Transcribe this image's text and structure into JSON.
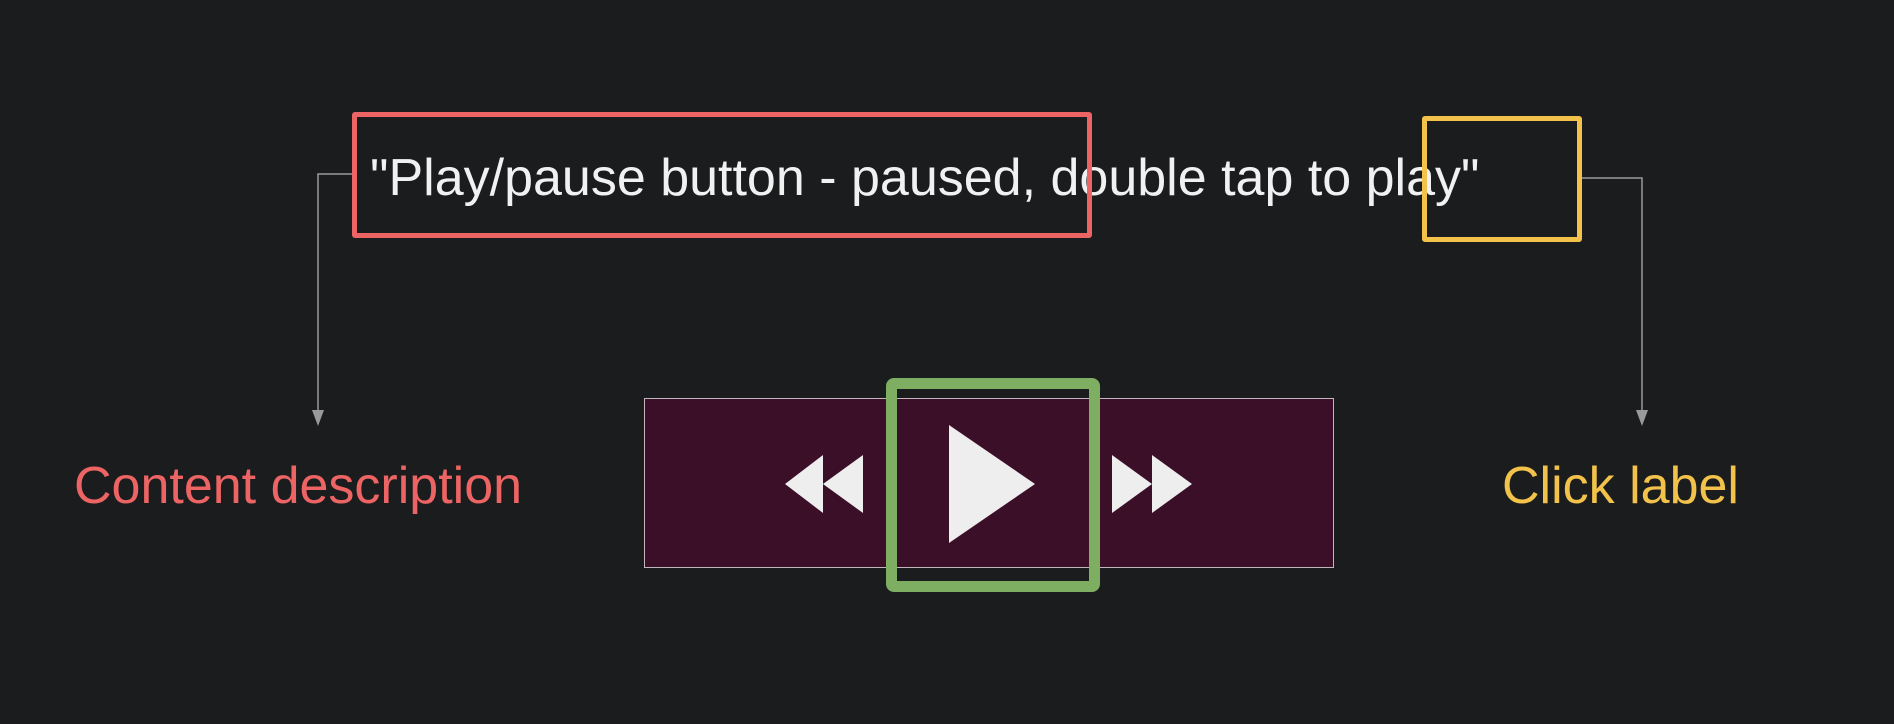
{
  "announcement": {
    "content_description": "\"Play/pause button - paused,",
    "middle_text": " double tap to ",
    "click_label": "play\""
  },
  "labels": {
    "content_description": "Content description",
    "click_label": "Click label"
  },
  "player": {
    "buttons": [
      {
        "name": "rewind",
        "icon": "rewind-icon"
      },
      {
        "name": "play",
        "icon": "play-icon",
        "focused": true
      },
      {
        "name": "fast-forward",
        "icon": "fast-forward-icon"
      }
    ]
  },
  "colors": {
    "background": "#1b1c1e",
    "content_description": "#ec6464",
    "click_label": "#f2c24a",
    "focus_ring": "#7eae62",
    "player_background": "#3c0f28",
    "text": "#f1f1f1",
    "connector": "#9a9a9a"
  }
}
